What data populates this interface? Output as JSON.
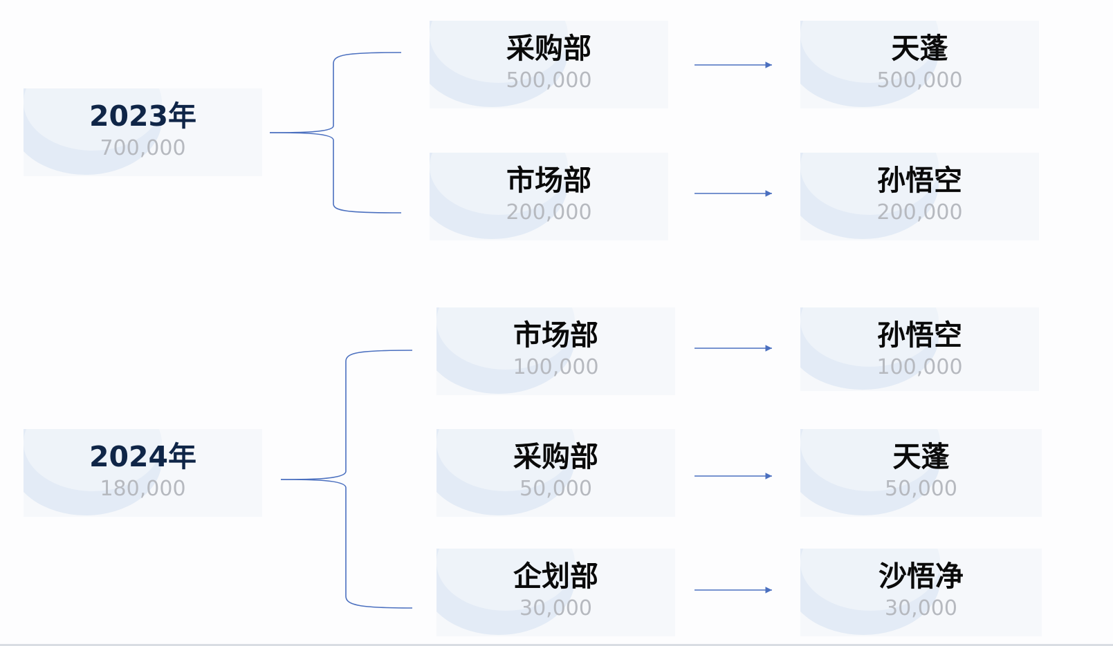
{
  "groups": [
    {
      "year": {
        "label": "2023年",
        "value": "700,000"
      },
      "rows": [
        {
          "dept": {
            "label": "采购部",
            "value": "500,000"
          },
          "person": {
            "label": "天蓬",
            "value": "500,000"
          }
        },
        {
          "dept": {
            "label": "市场部",
            "value": "200,000"
          },
          "person": {
            "label": "孙悟空",
            "value": "200,000"
          }
        }
      ]
    },
    {
      "year": {
        "label": "2024年",
        "value": "180,000"
      },
      "rows": [
        {
          "dept": {
            "label": "市场部",
            "value": "100,000"
          },
          "person": {
            "label": "孙悟空",
            "value": "100,000"
          }
        },
        {
          "dept": {
            "label": "采购部",
            "value": "50,000"
          },
          "person": {
            "label": "天蓬",
            "value": "50,000"
          }
        },
        {
          "dept": {
            "label": "企划部",
            "value": "30,000"
          },
          "person": {
            "label": "沙悟净",
            "value": "30,000"
          }
        }
      ]
    }
  ],
  "colors": {
    "connector": "#4a6fbf",
    "year_text": "#0f2547",
    "value_text": "#b6b9bf"
  }
}
